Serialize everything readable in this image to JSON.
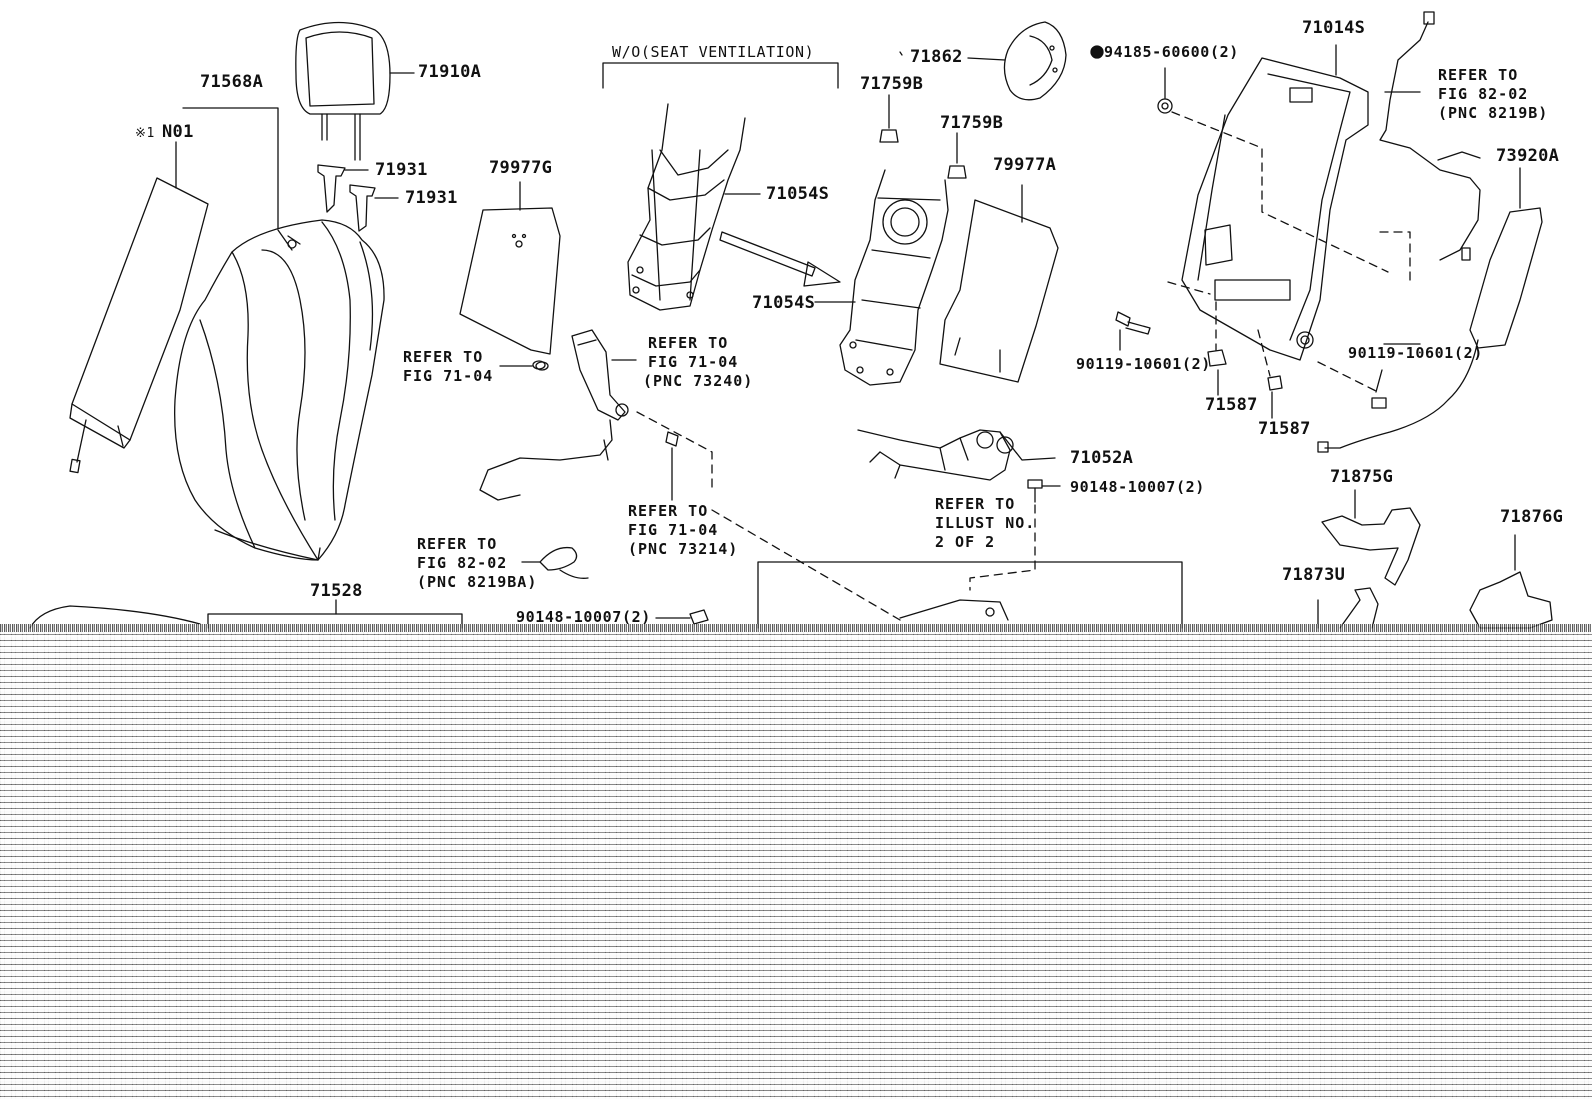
{
  "labels": {
    "p71568A": "71568A",
    "pN01": "N01",
    "asterisk": "※1",
    "p71910A": "71910A",
    "p71931a": "71931",
    "p71931b": "71931",
    "p79977G": "79977G",
    "wo_vent": "W/O(SEAT VENTILATION)",
    "p71054S_top": "71054S",
    "p71054S_mid": "71054S",
    "p71862": "71862",
    "p71759B_a": "71759B",
    "p71759B_b": "71759B",
    "p79977A": "79977A",
    "p94185": "94185-60600(2)",
    "p71014S": "71014S",
    "ref_fig8202_b_1": "REFER TO",
    "ref_fig8202_b_2": "FIG 82-02",
    "ref_fig8202_b_3": "(PNC 8219B)",
    "p73920A": "73920A",
    "ref_fig7104_a_1": "REFER TO",
    "ref_fig7104_a_2": "FIG 71-04",
    "ref_fig7104_b_1": "REFER TO",
    "ref_fig7104_b_2": "FIG 71-04",
    "ref_fig7104_b_3": "(PNC 73240)",
    "p90119_left": "90119-10601(2)",
    "p90119_right": "90119-10601(2)",
    "p71587_a": "71587",
    "p71587_b": "71587",
    "p71052A": "71052A",
    "p90148_right": "90148-10007(2)",
    "ref_illust_1": "REFER TO",
    "ref_illust_2": "ILLUST NO.",
    "ref_illust_3": "2 OF 2",
    "ref_fig7104_c_1": "REFER TO",
    "ref_fig7104_c_2": "FIG 71-04",
    "ref_fig7104_c_3": "(PNC 73214)",
    "ref_fig8202_a_1": "REFER TO",
    "ref_fig8202_a_2": "FIG 82-02",
    "ref_fig8202_a_3": "(PNC 8219BA)",
    "p71528": "71528",
    "p90148_left": "90148-10007(2)",
    "p71875G": "71875G",
    "p71876G": "71876G",
    "p71873U": "71873U"
  }
}
